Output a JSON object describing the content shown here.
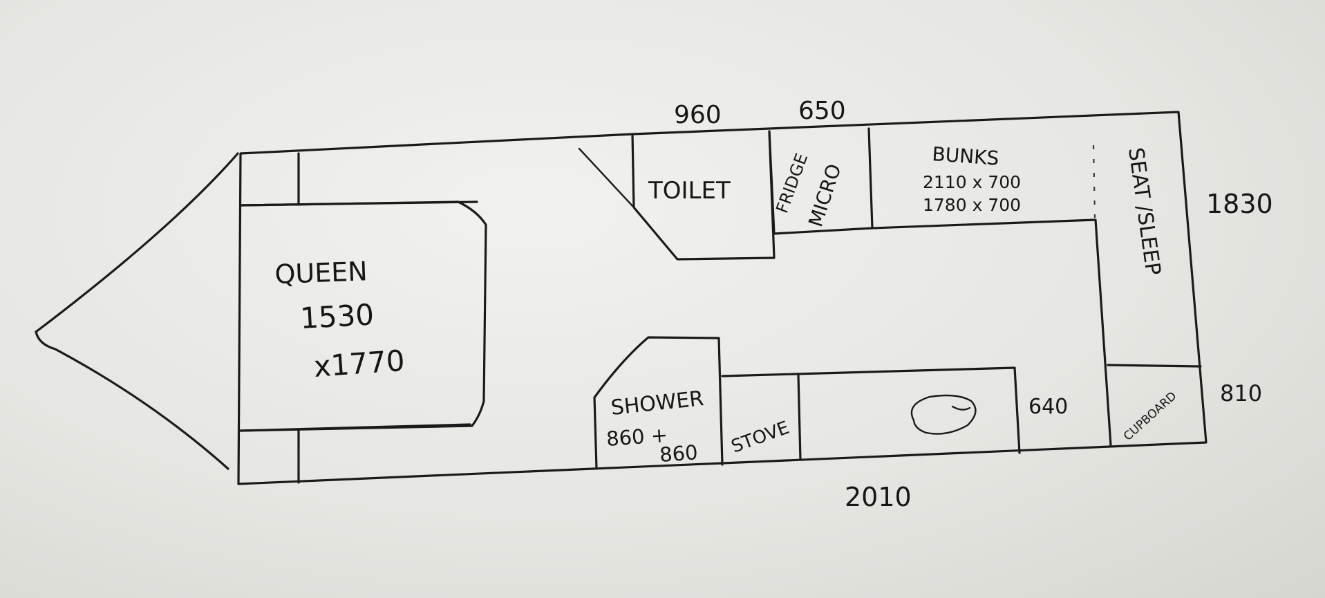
{
  "labels": {
    "queen": "QUEEN",
    "queen_dim1": "1530",
    "queen_dim2": "x1770",
    "toilet": "TOILET",
    "fridge": "FRIDGE",
    "micro": "MICRO",
    "bunks": "BUNKS",
    "bunks_dim1": "2110 x 700",
    "bunks_dim2": "1780 x 700",
    "seat_sleep": "SEAT /SLEEP",
    "shower": "SHOWER",
    "shower_dim1": "860 +",
    "shower_dim2": "860",
    "stove": "STOVE",
    "cupboard": "CUPBOARD"
  },
  "dimensions": {
    "toilet_width": "960",
    "fridge_width": "650",
    "overall_width": "1830",
    "cupboard_width": "810",
    "kitchen_width": "640",
    "bottom_length": "2010"
  },
  "colors": {
    "ink": "#1a1a1a",
    "paper": "#ececea"
  }
}
